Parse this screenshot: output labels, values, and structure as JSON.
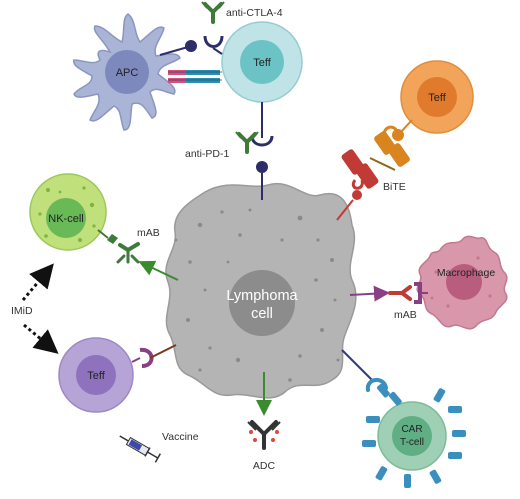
{
  "labels": {
    "anti_ctla4": "anti-CTLA-4",
    "anti_pd1": "anti-PD-1",
    "apc": "APC",
    "teff_top": "Teff",
    "teff_right": "Teff",
    "teff_bottom": "Teff",
    "bite": "BiTE",
    "nk_cell": "NK-cell",
    "mab_left": "mAB",
    "mab_right": "mAB",
    "macrophage": "Macrophage",
    "imid": "IMiD",
    "lymphoma_line1": "Lymphoma",
    "lymphoma_line2": "cell",
    "car_line1": "CAR",
    "car_line2": "T-cell",
    "vaccine": "Vaccine",
    "adc": "ADC"
  },
  "colors": {
    "lymphoma_body": "#b4b4b4",
    "lymphoma_nucleus": "#8c8c8c",
    "apc_body": "#a9b4d6",
    "apc_nucleus": "#7d88bd",
    "teff_top_body": "#bfe3e6",
    "teff_top_nucleus": "#6cc3c6",
    "teff_right_body": "#f2a55a",
    "teff_right_nucleus": "#e07b2d",
    "nk_body": "#bfe07a",
    "nk_nucleus": "#69b957",
    "teff_bottom_body": "#b6a4d6",
    "teff_bottom_nucleus": "#8e72bd",
    "macrophage_body": "#d897ab",
    "macrophage_nucleus": "#b85d7d",
    "car_body": "#9fd0b6",
    "car_nucleus": "#5fae84",
    "antibody_green": "#3f7a3a",
    "antibody_navy": "#2d2d6a",
    "bite_red": "#c23a35",
    "bite_orange": "#d9841e",
    "car_receptor": "#3b8fbf",
    "mab_purple": "#8a3f85",
    "mab_red": "#c23a35"
  }
}
